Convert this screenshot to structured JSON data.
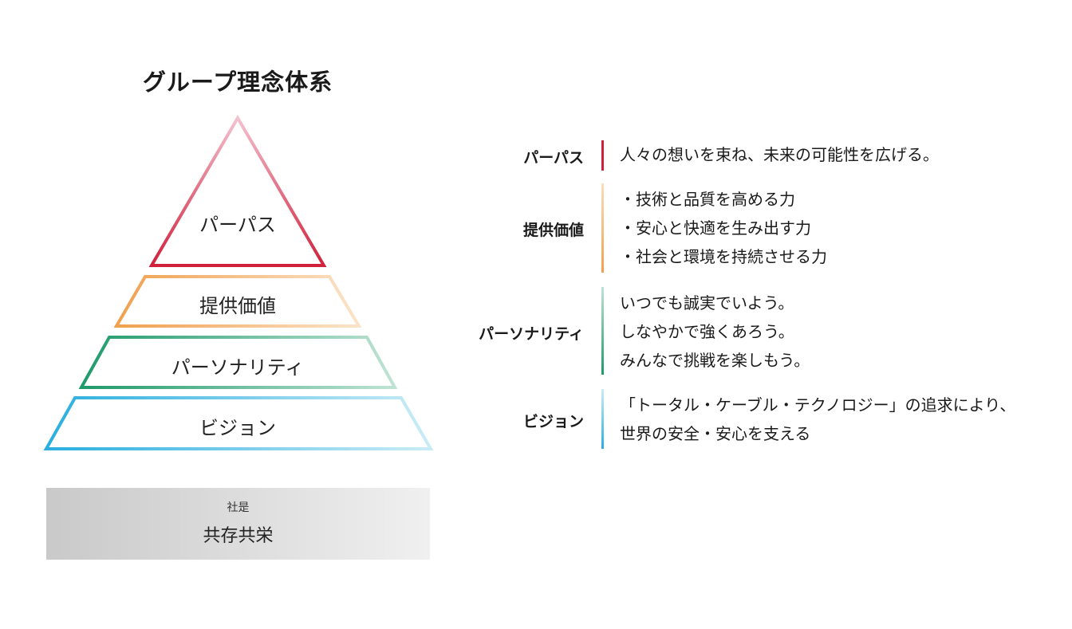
{
  "title": "グループ理念体系",
  "layers": {
    "purpose": "パーパス",
    "value": "提供価値",
    "personality": "パーソナリティ",
    "vision": "ビジョン"
  },
  "motto": {
    "small": "社是",
    "main": "共存共栄"
  },
  "rows": [
    {
      "label": "パーパス",
      "color": "#d0213c",
      "lines": [
        "人々の想いを束ね、未来の可能性を広げる。"
      ]
    },
    {
      "label": "提供価値",
      "color": "#f0a04e",
      "lines": [
        "・技術と品質を高める力",
        "・安心と快適を生み出す力",
        "・社会と環境を持続させる力"
      ]
    },
    {
      "label": "パーソナリティ",
      "color": "#1e9a6a",
      "lines": [
        "いつでも誠実でいよう。",
        "しなやかで強くあろう。",
        "みんなで挑戦を楽しもう。"
      ]
    },
    {
      "label": "ビジョン",
      "color": "#2aaee0",
      "lines": [
        "「トータル・ケーブル・テクノロジー」の追求により、",
        "世界の安全・安心を支える"
      ]
    }
  ]
}
